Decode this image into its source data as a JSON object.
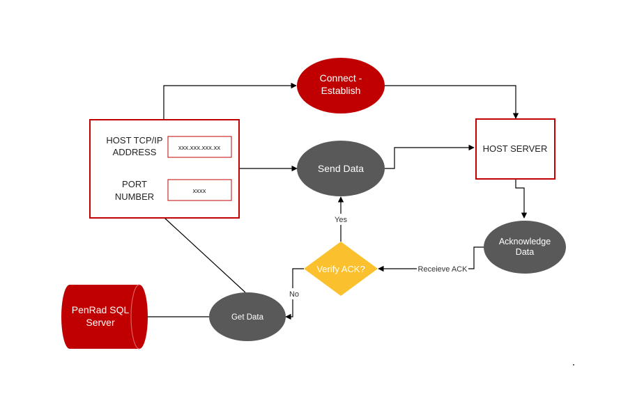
{
  "nodes": {
    "connect": {
      "line1": "Connect -",
      "line2": "Establish"
    },
    "config": {
      "ip_label_line1": "HOST TCP/IP",
      "ip_label_line2": "ADDRESS",
      "ip_value": "xxx.xxx.xxx.xx",
      "port_label_line1": "PORT",
      "port_label_line2": "NUMBER",
      "port_value": "xxxx"
    },
    "send_data": {
      "label": "Send Data"
    },
    "host_server": {
      "label": "HOST SERVER"
    },
    "acknowledge": {
      "line1": "Acknowledge",
      "line2": "Data"
    },
    "verify": {
      "label": "Verify ACK?"
    },
    "get_data": {
      "label": "Get Data"
    },
    "database": {
      "line1": "PenRad SQL",
      "line2": "Server"
    }
  },
  "edges": {
    "yes": "Yes",
    "no": "No",
    "receive_ack": "Receieve ACK"
  },
  "colors": {
    "red": "#c00000",
    "gray": "#595959",
    "yellow": "#fbc02d",
    "line": "#000000"
  }
}
